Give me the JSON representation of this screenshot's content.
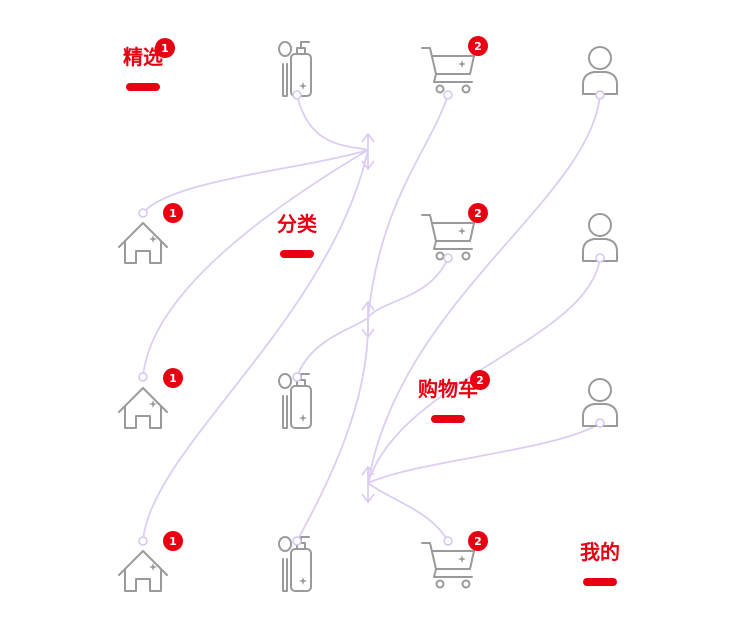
{
  "tabs": [
    {
      "key": "home",
      "label": "精选",
      "badge": "1"
    },
    {
      "key": "category",
      "label": "分类",
      "badge": ""
    },
    {
      "key": "cart",
      "label": "购物车",
      "badge": "2"
    },
    {
      "key": "mine",
      "label": "我的",
      "badge": ""
    }
  ],
  "frames": [
    {
      "active": "home",
      "badges": {
        "home": "1",
        "category": "",
        "cart": "2",
        "mine": ""
      }
    },
    {
      "active": "category",
      "badges": {
        "home": "1",
        "category": "",
        "cart": "2",
        "mine": ""
      }
    },
    {
      "active": "cart",
      "badges": {
        "home": "1",
        "category": "",
        "cart": "2",
        "mine": ""
      }
    },
    {
      "active": "mine",
      "badges": {
        "home": "1",
        "category": "",
        "cart": "2",
        "mine": ""
      }
    }
  ],
  "colors": {
    "accent": "#e60012",
    "icon": "#9a9a9a",
    "connector": "#dccdf3"
  },
  "icons": {
    "home": "house-icon",
    "category": "cosmetics-icon",
    "cart": "cart-icon",
    "mine": "user-icon"
  }
}
